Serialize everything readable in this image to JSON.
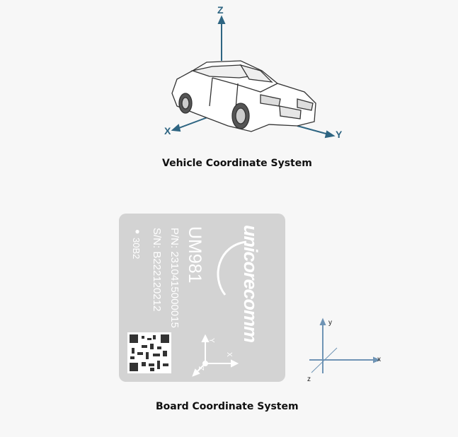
{
  "vehicle": {
    "caption": "Vehicle Coordinate System",
    "axes": {
      "z": "Z",
      "x": "X",
      "y": "Y"
    },
    "axis_color": "#2e6582"
  },
  "board": {
    "caption": "Board Coordinate System",
    "model": "UM981",
    "part_number": "P/N: 2310415000015",
    "serial_number": "S/N: B222120212",
    "batch": "30B2",
    "logo": "unicorecomm",
    "board_color": "#d3d3d3",
    "board_axes": {
      "x": "X",
      "y": "Y",
      "z": "Z"
    },
    "ref_axes": {
      "x": "x",
      "y": "y",
      "z": "z"
    },
    "ref_axis_color": "#6f94b5"
  }
}
